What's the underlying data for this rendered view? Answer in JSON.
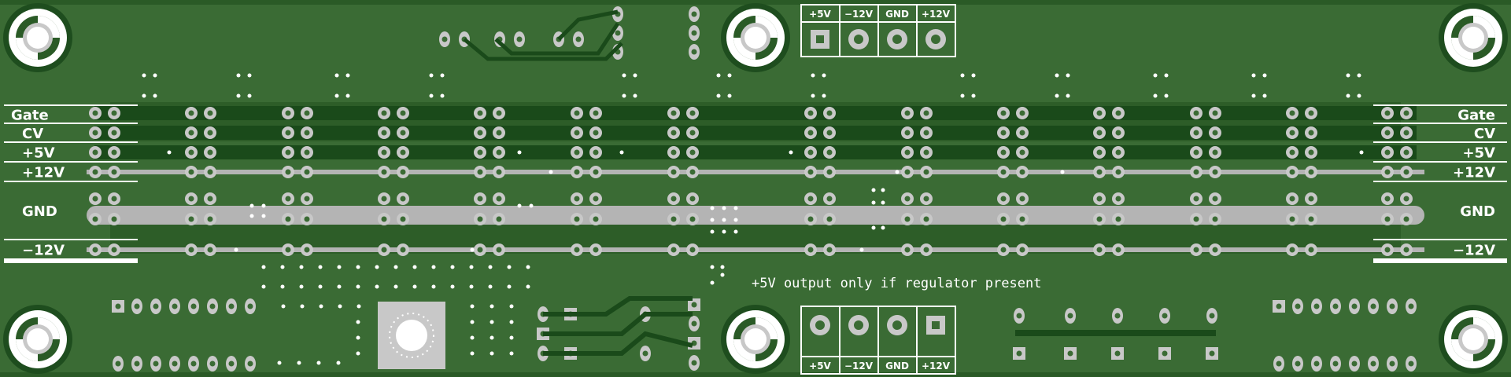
{
  "rails": [
    {
      "id": "gate",
      "label": "Gate"
    },
    {
      "id": "cv",
      "label": "CV"
    },
    {
      "id": "p5v",
      "label": "+5V"
    },
    {
      "id": "p12v",
      "label": "+12V"
    },
    {
      "id": "gnd",
      "label": "GND"
    },
    {
      "id": "m12v",
      "label": "−12V"
    }
  ],
  "power_header_top": [
    "+5V",
    "−12V",
    "GND",
    "+12V"
  ],
  "power_header_bottom": [
    "+5V",
    "−12V",
    "GND",
    "+12V"
  ],
  "note": "+5V output only if regulator present",
  "colors": {
    "board": "#3a6b34",
    "copper_pour": "#1e4d1e",
    "silk": "#ffffff",
    "pad": "#c8c8c8",
    "trace_exposed": "#b4b4b4"
  }
}
